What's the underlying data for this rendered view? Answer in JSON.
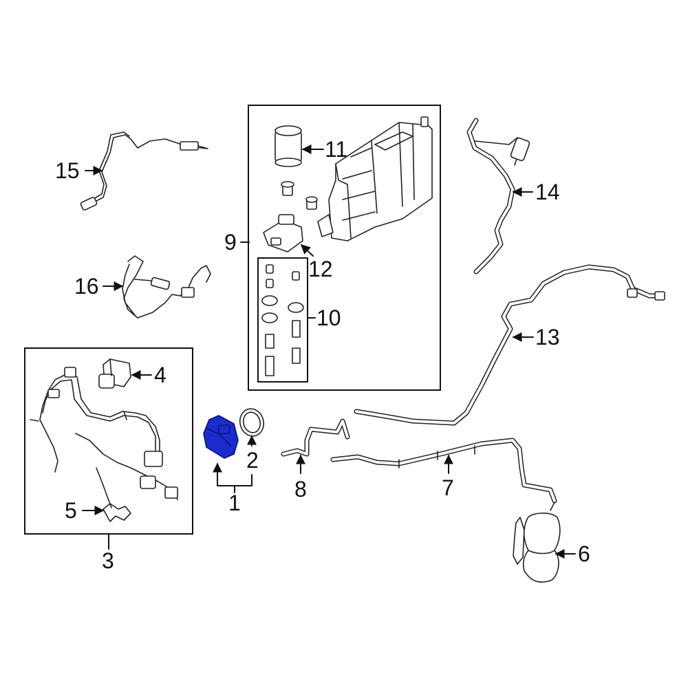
{
  "callouts": {
    "c1": "1",
    "c2": "2",
    "c3": "3",
    "c4": "4",
    "c5": "5",
    "c6": "6",
    "c7": "7",
    "c8": "8",
    "c9": "9",
    "c10": "10",
    "c11": "11",
    "c12": "12",
    "c13": "13",
    "c14": "14",
    "c15": "15",
    "c16": "16"
  },
  "colors": {
    "highlight": "#1a2bd0",
    "line": "#111111",
    "background": "#ffffff"
  }
}
